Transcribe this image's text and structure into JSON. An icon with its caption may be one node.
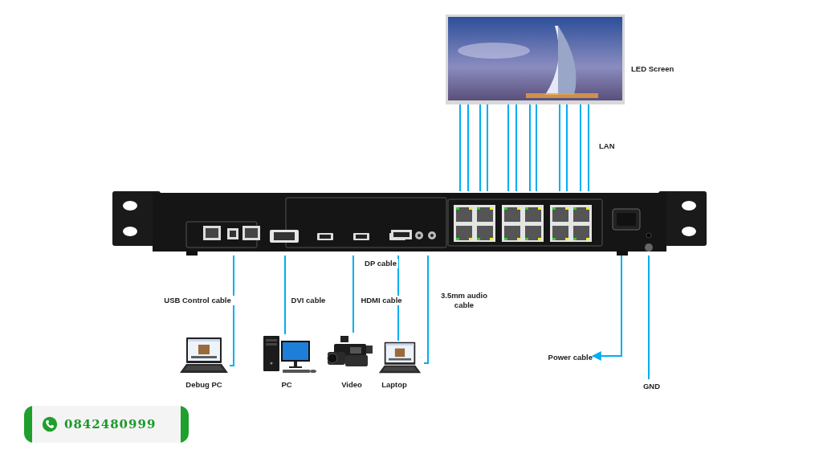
{
  "diagram": {
    "nodes": [
      {
        "text": [],
        "shape": "picture",
        "beside": [
          "LED Screen"
        ]
      },
      {
        "text": [],
        "shape": "picture"
      },
      {
        "text": [],
        "shape": "picture",
        "beside": [
          "Debug PC"
        ]
      },
      {
        "text": [],
        "shape": "picture",
        "beside": [
          "PC"
        ]
      },
      {
        "text": [],
        "shape": "picture",
        "beside": [
          "Video"
        ]
      },
      {
        "text": [],
        "shape": "picture",
        "beside": [
          "Laptop"
        ]
      },
      {
        "text": [
          "Power cable"
        ]
      },
      {
        "text": [
          "GND"
        ]
      }
    ],
    "edges": [
      {
        "from": 0,
        "to": 1,
        "arrow": "none"
      },
      {
        "from": 0,
        "to": 1,
        "arrow": "none"
      },
      {
        "from": 0,
        "to": 1,
        "arrow": "none"
      },
      {
        "from": 0,
        "to": 1,
        "arrow": "none"
      },
      {
        "from": 0,
        "to": 1,
        "arrow": "none"
      },
      {
        "from": 0,
        "to": 1,
        "arrow": "none"
      },
      {
        "from": 0,
        "to": 1,
        "arrow": "none"
      },
      {
        "from": 0,
        "to": 1,
        "arrow": "none"
      },
      {
        "from": 0,
        "to": 1,
        "arrow": "none"
      },
      {
        "from": 0,
        "to": 1,
        "arrow": "none"
      },
      {
        "from": 0,
        "to": 1,
        "arrow": "none"
      },
      {
        "from": 0,
        "to": 1,
        "arrow": "none"
      },
      {
        "from": 2,
        "to": 1,
        "arrow": "none",
        "label": "USB Control cable"
      },
      {
        "from": 3,
        "to": 1,
        "arrow": "none",
        "label": "DVI cable"
      },
      {
        "from": 4,
        "to": 1,
        "arrow": "none",
        "label": "HDMI cable"
      },
      {
        "from": 5,
        "to": 1,
        "arrow": "none",
        "label": "DP cable"
      },
      {
        "from": 5,
        "to": 1,
        "arrow": "none",
        "label": "3.5mm audio cable"
      },
      {
        "from": 1,
        "to": 6,
        "arrow": "to"
      },
      {
        "from": 1,
        "to": 7,
        "arrow": "none"
      }
    ],
    "labels": [
      "LAN",
      "0842480999"
    ]
  }
}
